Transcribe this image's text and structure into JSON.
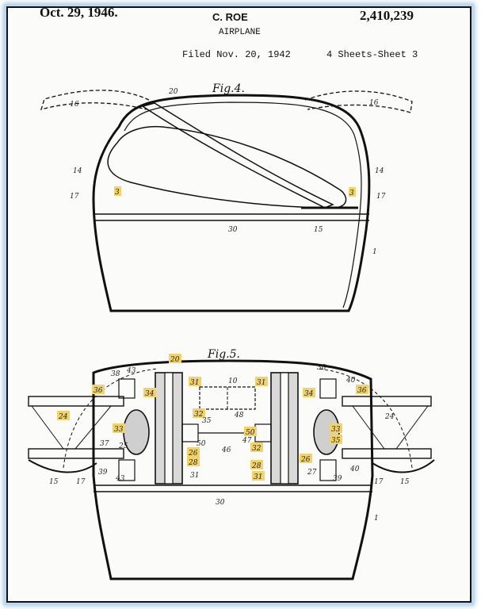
{
  "header": {
    "date": "Oct. 29, 1946.",
    "inventor": "C. ROE",
    "patent_number": "2,410,239",
    "title": "AIRPLANE",
    "filed": "Filed Nov. 20, 1942",
    "sheets": "4 Sheets-Sheet 3"
  },
  "figures": {
    "fig4": {
      "label": "Fig.4.",
      "refs": {
        "r20": "20",
        "r14a": "14",
        "r14b": "14",
        "r16a": "16",
        "r16b": "16",
        "r17a": "17",
        "r17b": "17",
        "r3a": "3",
        "r3b": "3",
        "r30": "30",
        "r15": "15",
        "r1": "1"
      }
    },
    "fig5": {
      "label": "Fig.5.",
      "refs": {
        "r20": "20",
        "r43a": "43",
        "r38a": "38",
        "r38b": "38",
        "r40a": "40",
        "r36a": "36",
        "r36b": "36",
        "r34a": "34",
        "r34b": "34",
        "r31a": "31",
        "r31b": "31",
        "r31c": "31",
        "r31d": "31",
        "r10": "10",
        "r24a": "24",
        "r24b": "24",
        "r33a": "33",
        "r33b": "33",
        "r32a": "32",
        "r32b": "32",
        "r35a": "35",
        "r35b": "35",
        "r48": "48",
        "r47": "47",
        "r50a": "50",
        "r50b": "50",
        "r46": "46",
        "r37": "37",
        "r25": "25",
        "r26a": "26",
        "r26b": "26",
        "r28a": "28",
        "r28b": "28",
        "r39a": "39",
        "r39b": "39",
        "r43b": "43",
        "r40b": "40",
        "r27": "27",
        "r15a": "15",
        "r15b": "15",
        "r17a": "17",
        "r17b": "17",
        "r30": "30",
        "r1": "1"
      }
    }
  }
}
